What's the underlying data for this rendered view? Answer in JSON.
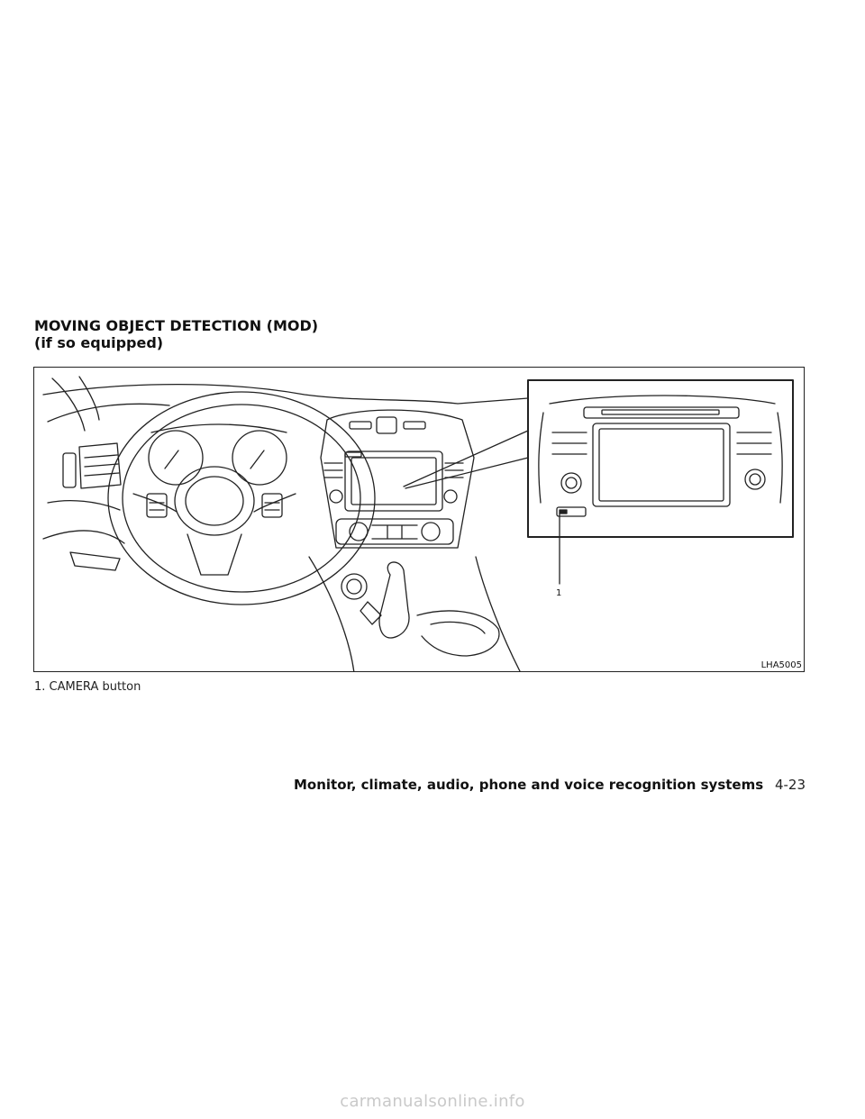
{
  "heading": {
    "line1": "MOVING OBJECT DETECTION (MOD)",
    "line2": "(if so equipped)"
  },
  "figure": {
    "code": "LHA5005",
    "callout_number": "1"
  },
  "caption": "1.  CAMERA button",
  "footer": {
    "section": "Monitor, climate, audio, phone and voice recognition systems",
    "page": "4-23"
  },
  "watermark": "carmanualsonline.info"
}
